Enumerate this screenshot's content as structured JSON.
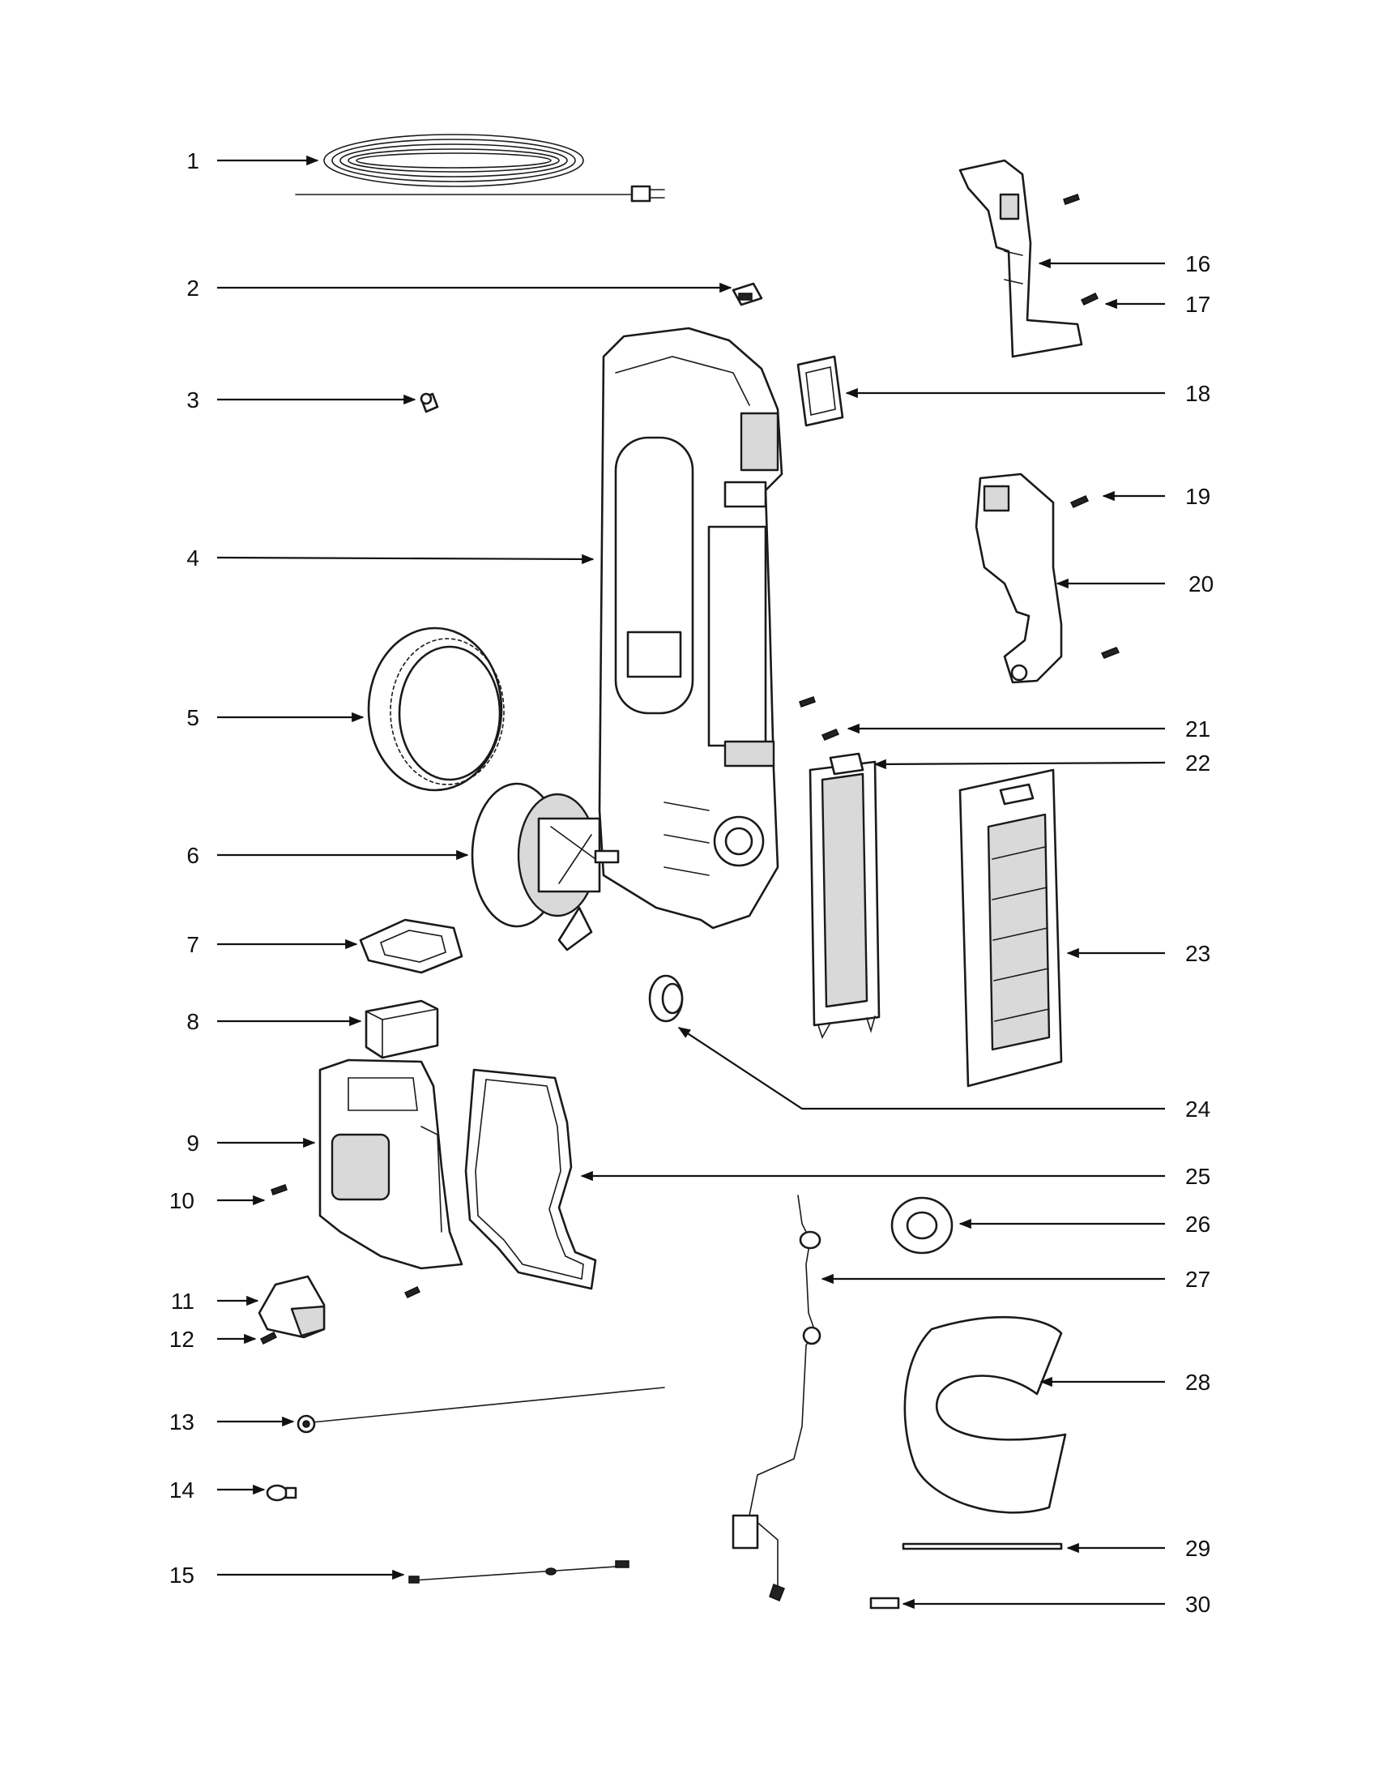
{
  "callouts": [
    {
      "id": 1,
      "label": "1"
    },
    {
      "id": 2,
      "label": "2"
    },
    {
      "id": 3,
      "label": "3"
    },
    {
      "id": 4,
      "label": "4"
    },
    {
      "id": 5,
      "label": "5"
    },
    {
      "id": 6,
      "label": "6"
    },
    {
      "id": 7,
      "label": "7"
    },
    {
      "id": 8,
      "label": "8"
    },
    {
      "id": 9,
      "label": "9"
    },
    {
      "id": 10,
      "label": "10"
    },
    {
      "id": 11,
      "label": "11"
    },
    {
      "id": 12,
      "label": "12"
    },
    {
      "id": 13,
      "label": "13"
    },
    {
      "id": 14,
      "label": "14"
    },
    {
      "id": 15,
      "label": "15"
    },
    {
      "id": 16,
      "label": "16"
    },
    {
      "id": 17,
      "label": "17"
    },
    {
      "id": 18,
      "label": "18"
    },
    {
      "id": 19,
      "label": "19"
    },
    {
      "id": 20,
      "label": "20"
    },
    {
      "id": 21,
      "label": "21"
    },
    {
      "id": 22,
      "label": "22"
    },
    {
      "id": 23,
      "label": "23"
    },
    {
      "id": 24,
      "label": "24"
    },
    {
      "id": 25,
      "label": "25"
    },
    {
      "id": 26,
      "label": "26"
    },
    {
      "id": 27,
      "label": "27"
    },
    {
      "id": 28,
      "label": "28"
    },
    {
      "id": 29,
      "label": "29"
    },
    {
      "id": 30,
      "label": "30"
    }
  ],
  "colors": {
    "ink": "#111111",
    "paper": "#ffffff",
    "shade": "#d9d9d9"
  }
}
